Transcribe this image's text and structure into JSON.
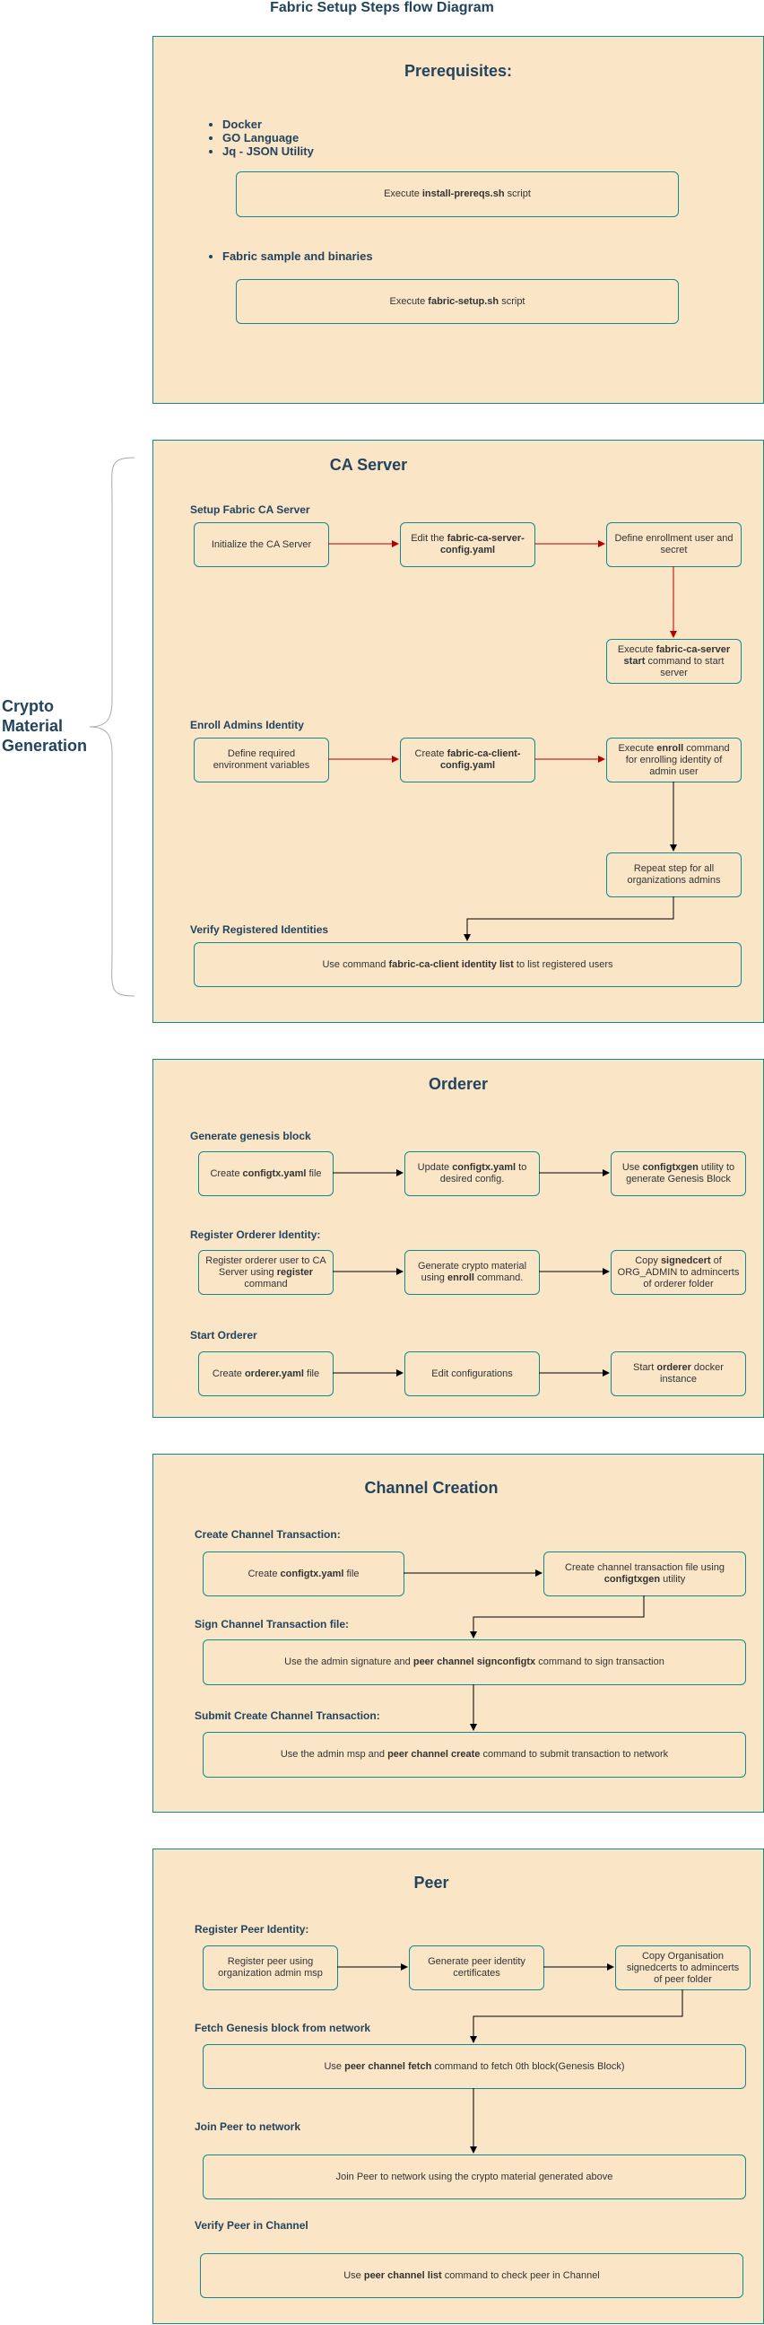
{
  "title": "Fabric Setup Steps flow Diagram",
  "colors": {
    "panel_bg": "#fae5c7",
    "border": "#0f8b8d",
    "heading": "#23445d",
    "arrow_red": "#b20000",
    "arrow_black": "#000000"
  },
  "side_label": {
    "line1": "Crypto",
    "line2": "Material",
    "line3": "Generation"
  },
  "prerequisites": {
    "title": "Prerequisites:",
    "bullets": [
      "Docker",
      "GO Language",
      "Jq - JSON Utility"
    ],
    "box1": {
      "pre": "Execute ",
      "bold": "install-prereqs.sh",
      "post": " script"
    },
    "bullet2": "Fabric sample and binaries",
    "box2": {
      "pre": "Execute ",
      "bold": "fabric-setup.sh",
      "post": " script"
    }
  },
  "ca_server": {
    "title": "CA Server",
    "setup_label": "Setup Fabric CA Server",
    "init": "Initialize the CA Server",
    "edit": {
      "pre": "Edit the ",
      "bold": "fabric-ca-server-config.yaml",
      "post": ""
    },
    "define_user": "Define enrollment user and secret",
    "execute_start": {
      "pre": "Execute ",
      "bold": "fabric-ca-server start",
      "post": " command to start server"
    },
    "enroll_label": "Enroll Admins Identity",
    "define_env": "Define required environment variables",
    "create_client": {
      "pre": "Create ",
      "bold": "fabric-ca-client-config.yaml",
      "post": ""
    },
    "execute_enroll": {
      "pre": "Execute ",
      "bold": "enroll",
      "post": " command for enrolling identity of admin user"
    },
    "repeat": "Repeat step for all organizations admins",
    "verify_label": "Verify Registered Identities",
    "verify_box": {
      "pre": "Use command ",
      "bold": "fabric-ca-client identity list",
      "post": " to list registered users"
    }
  },
  "orderer": {
    "title": "Orderer",
    "genesis_label": "Generate genesis block",
    "create_configtx": {
      "pre": "Create ",
      "bold": "configtx.yaml",
      "post": " file"
    },
    "update_configtx": {
      "pre": "Update ",
      "bold": "configtx.yaml",
      "post": " to desired config."
    },
    "use_configtxgen": {
      "pre": "Use ",
      "bold": "configtxgen",
      "post": " utility to generate Genesis Block"
    },
    "register_label": "Register Orderer Identity:",
    "register_user": {
      "pre": "Register orderer user to CA Server using ",
      "bold": "register",
      "post": " command"
    },
    "generate_crypto": {
      "pre": "Generate crypto material using ",
      "bold": "enroll",
      "post": " command."
    },
    "copy_signedcert": {
      "pre": "Copy ",
      "bold": "signedcert",
      "post": " of ORG_ADMIN to admincerts of orderer folder"
    },
    "start_label": "Start Orderer",
    "create_orderer": {
      "pre": "Create ",
      "bold": "orderer.yaml",
      "post": " file"
    },
    "edit_config": "Edit configurations",
    "start_docker": {
      "pre": "Start ",
      "bold": "orderer",
      "post": " docker instance"
    }
  },
  "channel": {
    "title": "Channel Creation",
    "create_label": "Create Channel Transaction:",
    "create_configtx": {
      "pre": "Create ",
      "bold": "configtx.yaml",
      "post": " file"
    },
    "create_tx_file": {
      "pre": "Create channel transaction file using ",
      "bold": "configtxgen",
      "post": " utility"
    },
    "sign_label": "Sign Channel Transaction file:",
    "sign_box": {
      "pre": "Use the admin signature and ",
      "bold": "peer channel signconfigtx",
      "post": " command to sign transaction"
    },
    "submit_label": "Submit Create Channel Transaction:",
    "submit_box": {
      "pre": "Use the admin msp and ",
      "bold": "peer channel create",
      "post": " command to submit transaction to network"
    }
  },
  "peer": {
    "title": "Peer",
    "register_label": "Register Peer Identity:",
    "register_peer": "Register peer using organization admin msp",
    "generate_certs": "Generate peer identity certificates",
    "copy_org": "Copy Organisation signedcerts to admincerts of peer folder",
    "fetch_label": "Fetch Genesis block from network",
    "fetch_box": {
      "pre": "Use ",
      "bold": "peer channel fetch",
      "post": " command to fetch 0th block(Genesis Block)"
    },
    "join_label": "Join Peer to network",
    "join_box": "Join Peer to network using the crypto material generated above",
    "verify_label": "Verify Peer in Channel",
    "verify_box": {
      "pre": "Use ",
      "bold": "peer channel list",
      "post": " command to check peer in Channel"
    }
  }
}
